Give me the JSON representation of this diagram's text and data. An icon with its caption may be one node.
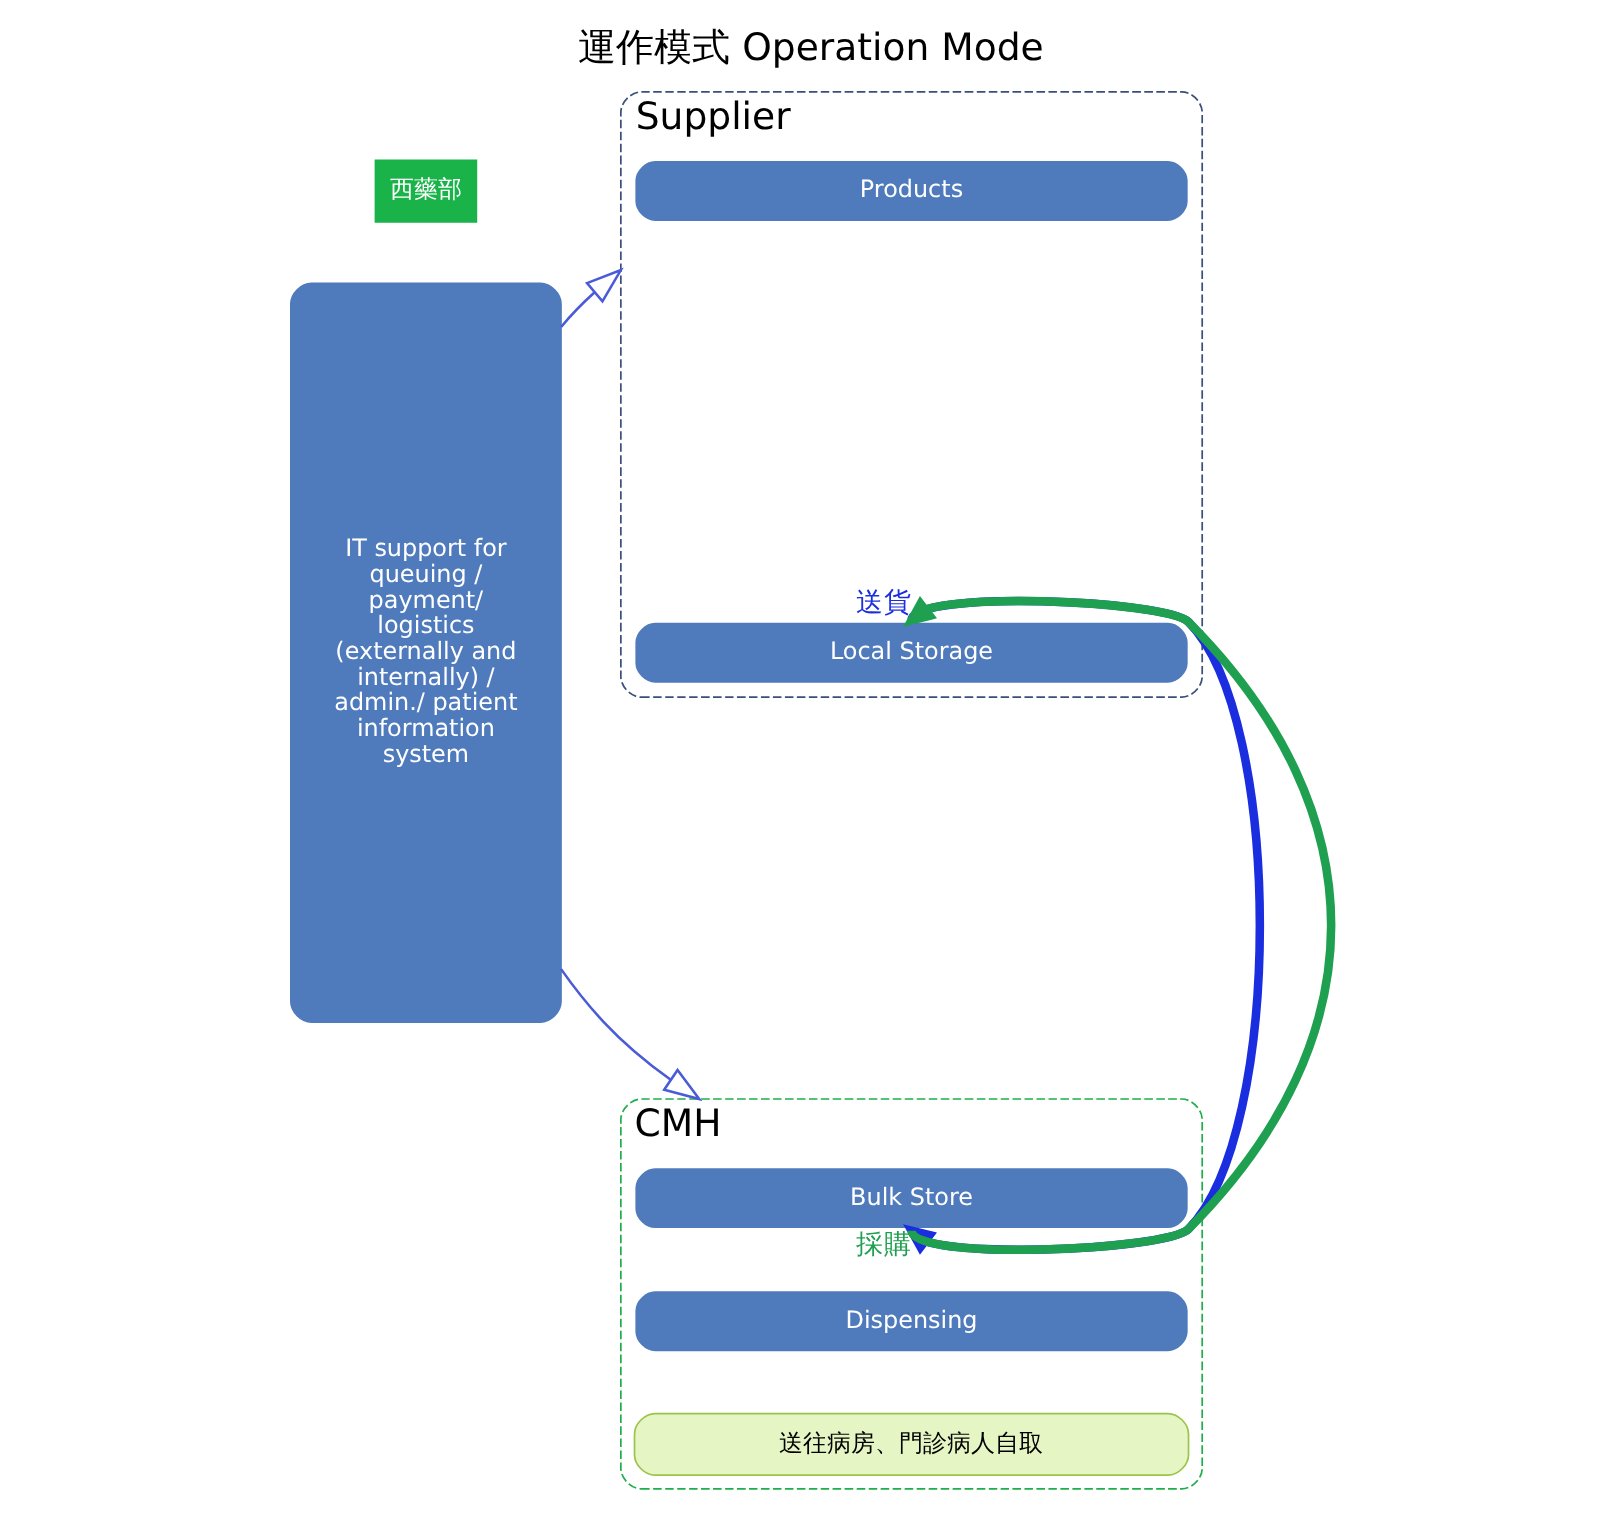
{
  "diagram": {
    "title": "運作模式 Operation Mode",
    "nodes": [
      {
        "text": [
          "西藥部"
        ]
      },
      {
        "text": [
          "IT support for queuing / payment/ logistics (externally and internally) / admin./ patient information system"
        ]
      },
      {
        "text": [
          "Supplier"
        ]
      },
      {
        "text": [
          "Products"
        ],
        "in": 2
      },
      {
        "text": [
          "Local Storage"
        ],
        "in": 2
      },
      {
        "text": [
          "CMH"
        ]
      },
      {
        "text": [
          "Bulk Store"
        ],
        "in": 5
      },
      {
        "text": [
          "Dispensing"
        ],
        "in": 5
      },
      {
        "text": [
          "送往病房、門診病人自取"
        ],
        "in": 5
      }
    ],
    "edges": [
      {
        "from": 1,
        "to": 2,
        "arrow": "to",
        "color": "#4a5bd8"
      },
      {
        "from": 1,
        "to": 5,
        "arrow": "to",
        "color": "#4a5bd8"
      },
      {
        "from": 6,
        "to": 4,
        "arrow": "to",
        "label": "採購",
        "style": "thick",
        "color": "#1fa050"
      },
      {
        "from": 4,
        "to": 6,
        "arrow": "to",
        "label": "送貨",
        "style": "thick",
        "color": "#1a2ee0"
      }
    ]
  }
}
